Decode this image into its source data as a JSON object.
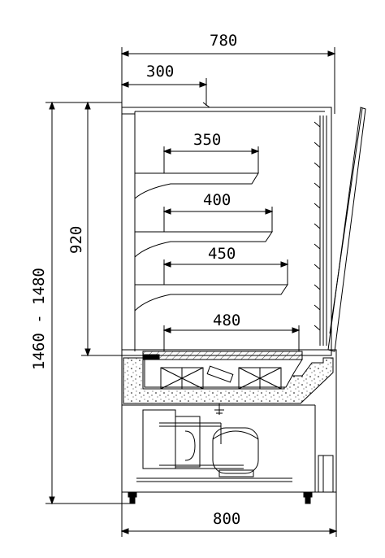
{
  "dimensions": {
    "top_width": "780",
    "offset_width": "300",
    "shelf_1": "350",
    "shelf_2": "400",
    "shelf_3": "450",
    "shelf_4": "480",
    "bottom_width": "800",
    "cabinet_height": "920",
    "total_height": "1460 - 1480"
  },
  "colors": {
    "line": "#000000",
    "background": "#ffffff"
  }
}
